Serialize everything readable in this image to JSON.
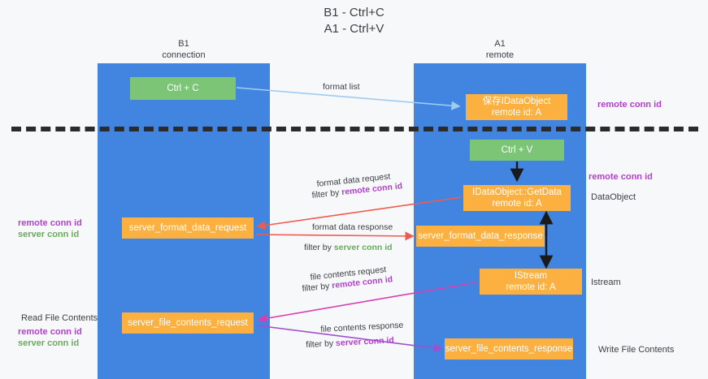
{
  "title": {
    "line1": "B1 - Ctrl+C",
    "line2": "A1 - Ctrl+V"
  },
  "lanes": [
    {
      "name": "B1",
      "sub": "connection",
      "color": "#4285e0"
    },
    {
      "name": "A1",
      "sub": "remote",
      "color": "#4285e0"
    }
  ],
  "colors": {
    "lane": "#4285e0",
    "green_node": "#7cc576",
    "orange_node": "#fbb040",
    "purple_key": "#b23fd0",
    "green_key": "#6aab5e",
    "divider": "#2b2b2b",
    "arrow_blue": "#9ecbf0",
    "arrow_red": "#ef5b4c",
    "arrow_magenta": "#d63fb0",
    "arrow_purple": "#a04fd0",
    "arrow_black": "#1a1a1a",
    "text": "#3c4043"
  },
  "nodes": {
    "ctrl_c": {
      "line1": "Ctrl + C",
      "line2": ""
    },
    "idataobject": {
      "line1": "保存IDataObject",
      "line2": "remote id: A"
    },
    "ctrl_v": {
      "line1": "Ctrl + V",
      "line2": ""
    },
    "getdata": {
      "line1": "IDataObject::GetData",
      "line2": "remote id: A"
    },
    "server_format_data_request": {
      "line1": "server_format_data_request",
      "line2": ""
    },
    "server_format_data_response": {
      "line1": "server_format_data_response",
      "line2": ""
    },
    "istream": {
      "line1": "IStream",
      "line2": "remote id: A"
    },
    "server_file_contents_request": {
      "line1": "server_file_contents_request",
      "line2": ""
    },
    "server_file_contents_response": {
      "line1": "server_file_contents_response",
      "line2": ""
    }
  },
  "edge_labels": {
    "format_list": "format list",
    "format_data_request": "format data request",
    "format_data_request_filter_prefix": "filter by ",
    "format_data_request_filter_key": "remote conn id",
    "format_data_response": "format data response",
    "format_data_response_filter_prefix": "filter by ",
    "format_data_response_filter_key": "server conn id",
    "file_contents_request": "file contents request",
    "file_contents_request_filter_prefix": "filter by ",
    "file_contents_request_filter_key": "remote conn id",
    "file_contents_response": "file contents response",
    "file_contents_response_filter_prefix": "filter by ",
    "file_contents_response_filter_key": "server conn id"
  },
  "side_labels": {
    "remote_conn_id_top": "remote conn id",
    "remote_conn_id_mid": "remote conn id",
    "dataobject": "DataObject",
    "istream": "Istream",
    "write_file_contents": "Write File Contents",
    "read_file_contents": "Read File Contents",
    "left_remote_conn_id_1": "remote conn id",
    "left_server_conn_id_1": "server conn id",
    "left_remote_conn_id_2": "remote conn id",
    "left_server_conn_id_2": "server conn id"
  }
}
